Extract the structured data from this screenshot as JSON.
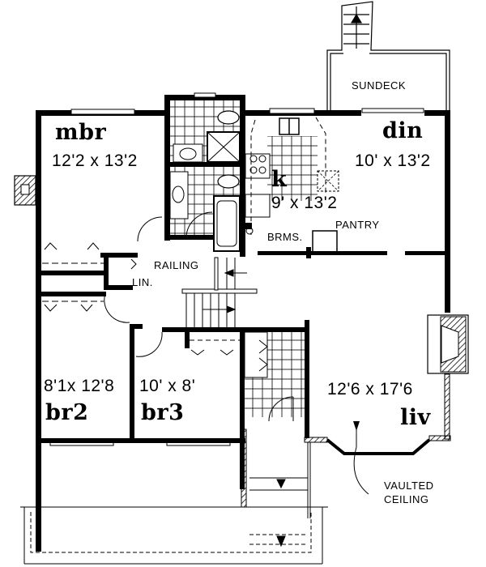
{
  "rooms": {
    "mbr": {
      "name": "mbr",
      "dims": "12'2 x 13'2"
    },
    "din": {
      "name": "din",
      "dims": "10' x 13'2"
    },
    "k": {
      "name": "k",
      "dims": "9' x 13'2"
    },
    "br2": {
      "name": "br2",
      "dims": "8'1x 12'8"
    },
    "br3": {
      "name": "br3",
      "dims": "10' x 8'"
    },
    "liv": {
      "name": "liv",
      "dims": "12'6 x 17'6"
    }
  },
  "labels": {
    "sundeck": "SUNDECK",
    "pantry": "PANTRY",
    "brms": "BRMS.",
    "railing": "RAILING",
    "linen": "LIN.",
    "vaulted_line1": "VAULTED",
    "vaulted_line2": "CEILING"
  },
  "colors": {
    "ink": "#000000",
    "paper": "#ffffff"
  }
}
